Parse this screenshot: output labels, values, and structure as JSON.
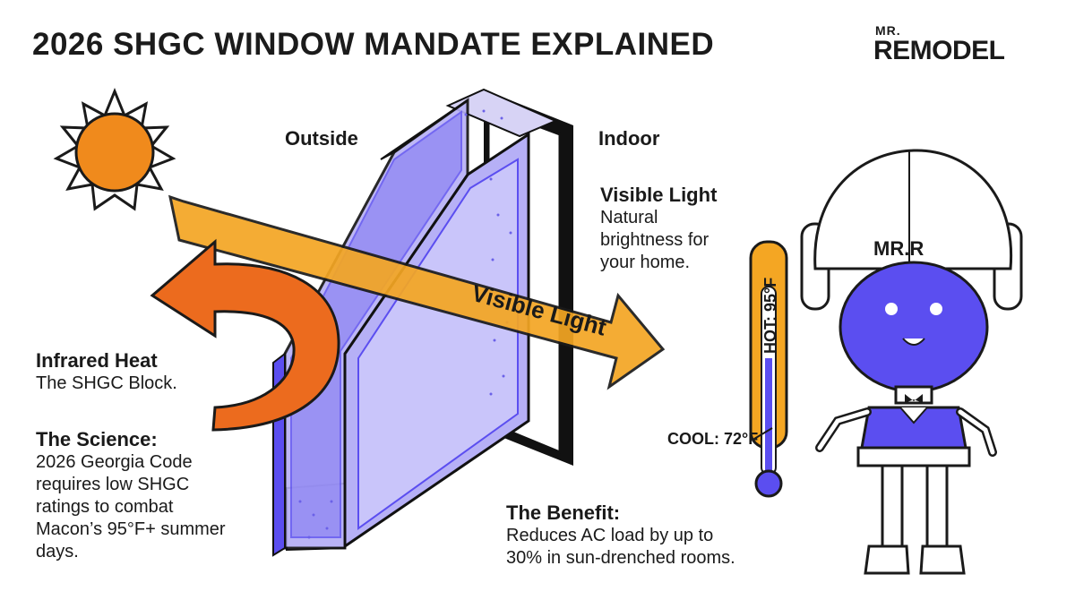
{
  "title": "2026 SHGC WINDOW MANDATE EXPLAINED",
  "logo": {
    "top": "MR.",
    "main": "REMODEL"
  },
  "labels": {
    "outside": "Outside",
    "indoor": "Indoor",
    "arrow": "Visible Light"
  },
  "visible_light": {
    "heading": "Visible Light",
    "lines": [
      "Natural",
      "brightness for",
      "your home."
    ]
  },
  "infrared": {
    "heading": "Infrared Heat",
    "text": "The SHGC Block."
  },
  "science": {
    "heading": "The Science:",
    "lines": [
      "2026 Georgia Code",
      "requires low SHGC",
      "ratings to combat",
      "Macon’s 95°F+ summer",
      "days."
    ]
  },
  "benefit": {
    "heading": "The Benefit:",
    "lines": [
      "Reduces AC load by up to",
      "30% in sun-drenched rooms."
    ]
  },
  "mascot": {
    "helmet": "MR.R",
    "thermometer": "HOT: 95°F",
    "cool": "COOL: 72°F"
  },
  "colors": {
    "orange": "#f28a1e",
    "blue": "#5b4ef0",
    "dark": "#1a1a1a"
  }
}
